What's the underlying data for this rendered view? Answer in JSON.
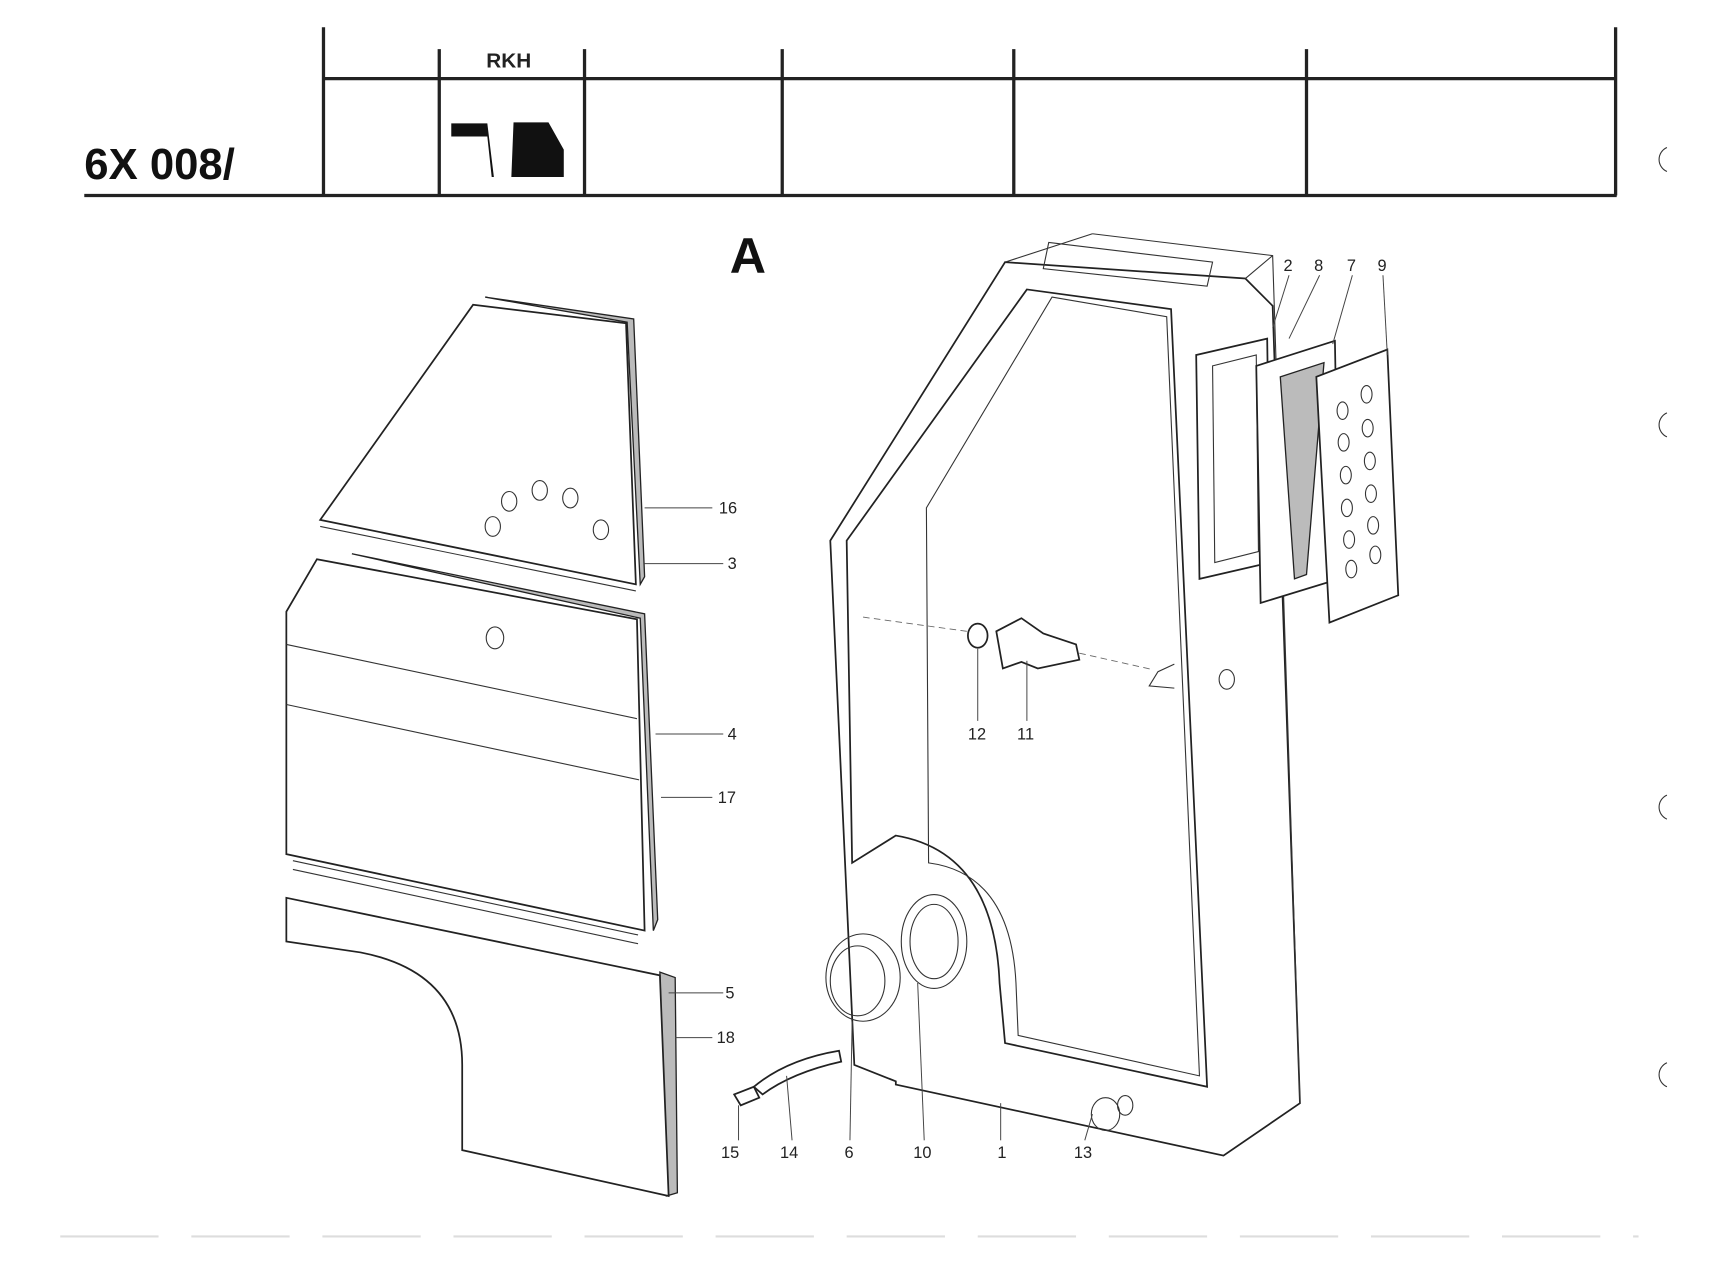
{
  "header": {
    "document_code": "6X 008/",
    "column_label": "RKH"
  },
  "figure": {
    "view_label": "A"
  },
  "callouts": {
    "c16": "16",
    "c3": "3",
    "c4": "4",
    "c17": "17",
    "c5": "5",
    "c18": "18",
    "c2": "2",
    "c8": "8",
    "c7": "7",
    "c9": "9",
    "c12": "12",
    "c11": "11",
    "c15": "15",
    "c14": "14",
    "c6": "6",
    "c10": "10",
    "c1": "1",
    "c13": "13"
  }
}
